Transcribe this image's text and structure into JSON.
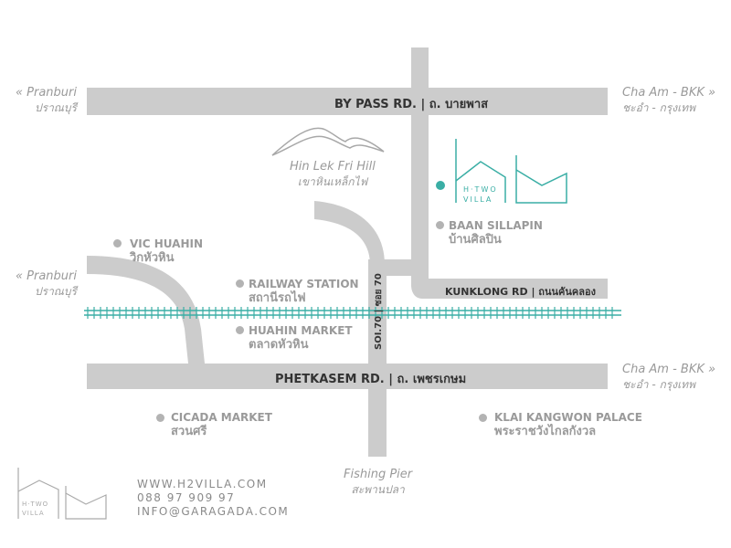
{
  "roads": {
    "bypass": "BY PASS RD. | ถ. บายพาส",
    "kunklong": "KUNKLONG RD | ถนนคันคลอง",
    "phetkasem": "PHETKASEM RD. | ถ. เพชรเกษม",
    "soi70": "SOI.70 | ซอย 70"
  },
  "directions": {
    "west_top": {
      "en": "« Pranburi",
      "th": "ปราณบุรี"
    },
    "east_top": {
      "en": "Cha Am - BKK »",
      "th": "ชะอำ - กรุงเทพ"
    },
    "west_mid": {
      "en": "« Pranburi",
      "th": "ปราณบุรี"
    },
    "east_bottom": {
      "en": "Cha Am - BKK »",
      "th": "ชะอำ - กรุงเทพ"
    },
    "south": {
      "en": "Fishing Pier",
      "th": "สะพานปลา"
    }
  },
  "hill": {
    "en": "Hin Lek Fri Hill",
    "th": "เขาหินเหล็กไฟ"
  },
  "places": {
    "baan_sillapin": {
      "en": "BAAN SILLAPIN",
      "th": "บ้านศิลปิน"
    },
    "vic_huahin": {
      "en": "VIC HUAHIN",
      "th": "วิกหัวหิน"
    },
    "railway_station": {
      "en": "RAILWAY STATION",
      "th": "สถานีรถไฟ"
    },
    "huahin_market": {
      "en": "HUAHIN MARKET",
      "th": "ตลาดหัวหิน"
    },
    "cicada_market": {
      "en": "CICADA MARKET",
      "th": "สวนศรี"
    },
    "klai_kangwon": {
      "en": "KLAI KANGWON PALACE",
      "th": "พระราชวังไกลกังวล"
    }
  },
  "logo_text": {
    "line1": "H·TWO",
    "line2": "VILLA"
  },
  "contact": {
    "website": "WWW.H2VILLA.COM",
    "phone": "088 97 909 97",
    "email": "INFO@GARAGADA.COM"
  },
  "colors": {
    "road": "#cccccc",
    "rail": "#3aaea5",
    "brand": "#3aaea5",
    "text": "#333333",
    "muted": "#9a9a9a"
  }
}
